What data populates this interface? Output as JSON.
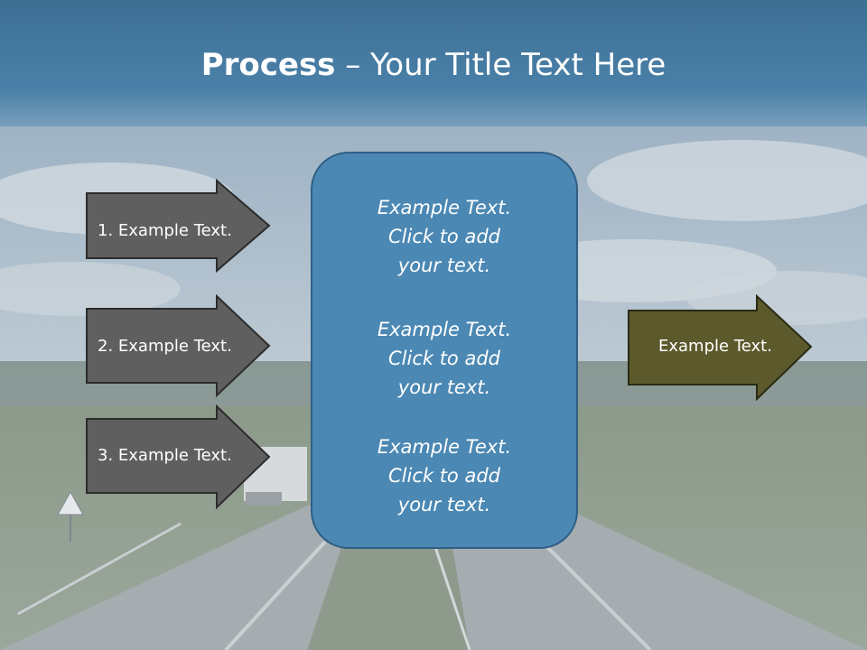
{
  "slide": {
    "title_bold": "Process",
    "title_rest": " – Your Title Text Here"
  },
  "left_arrows": [
    {
      "label": "1. Example Text."
    },
    {
      "label": "2. Example Text."
    },
    {
      "label": "3. Example Text."
    }
  ],
  "center_box": {
    "blocks": [
      {
        "line1": "Example Text.",
        "line2": "Click  to add",
        "line3": "your text."
      },
      {
        "line1": "Example Text.",
        "line2": "Click  to add",
        "line3": "your text."
      },
      {
        "line1": "Example Text.",
        "line2": "Click  to add",
        "line3": "your text."
      }
    ]
  },
  "right_arrow": {
    "label": "Example Text."
  },
  "colors": {
    "title_band": "#3d6f93",
    "left_arrow_fill": "#5f5f5f",
    "center_box_fill": "#4b88b3",
    "right_arrow_fill": "#5c5a2c"
  }
}
